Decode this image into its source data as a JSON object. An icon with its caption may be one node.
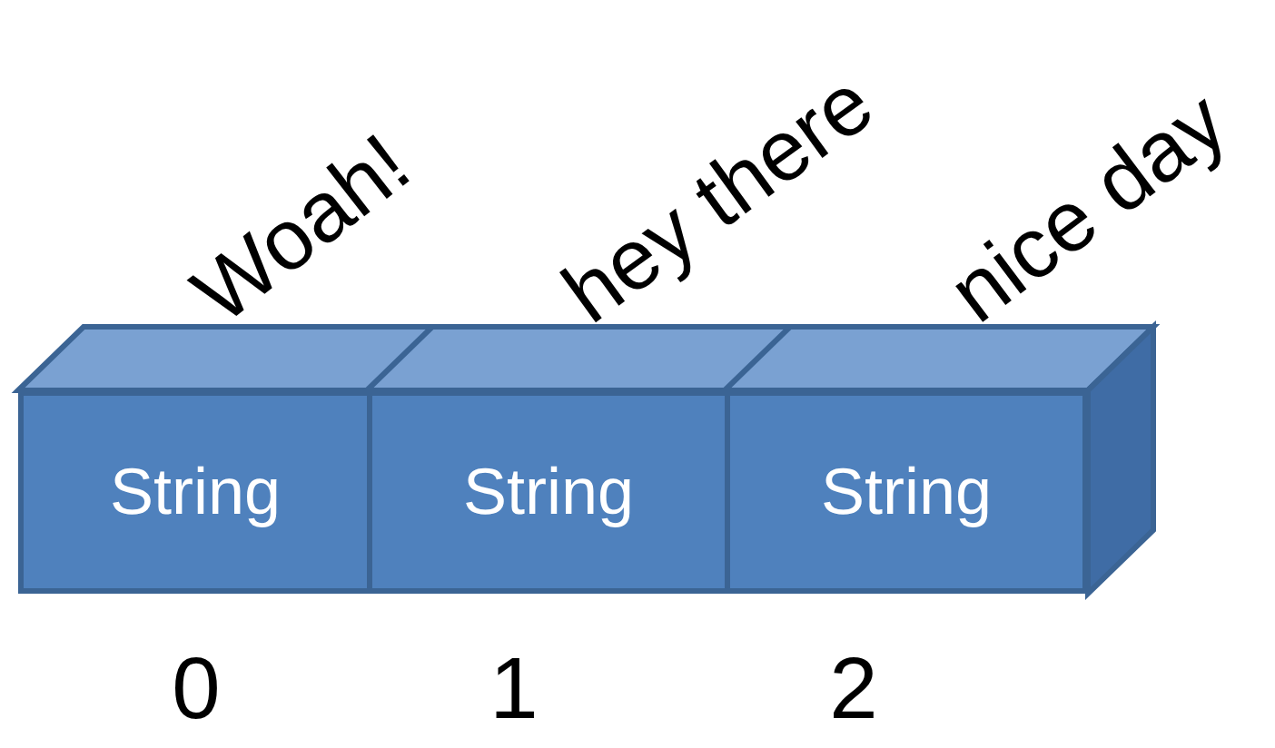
{
  "diagram": {
    "nodes": [
      {
        "text": [
          "String"
        ],
        "beside": [
          "Woah!"
        ]
      },
      {
        "text": [
          "String"
        ],
        "beside": [
          "hey there"
        ]
      },
      {
        "text": [
          "String"
        ],
        "beside": [
          "nice day"
        ]
      }
    ],
    "labels": [
      "0",
      "1",
      "2"
    ]
  }
}
